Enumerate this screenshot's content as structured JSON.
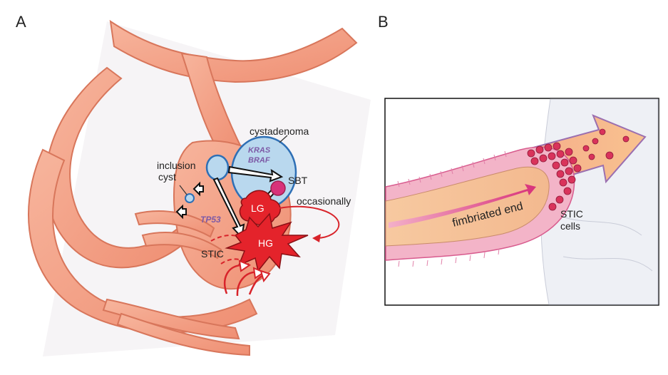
{
  "panel_a": {
    "letter": "A",
    "labels": {
      "cystadenoma": "cystadenoma",
      "inclusion_line1": "inclusion",
      "inclusion_line2": "cyst",
      "kras": "KRAS",
      "braf": "BRAF",
      "sbt": "SBT",
      "lg": "LG",
      "occasionally": "occasionally",
      "tp53": "TP53",
      "stic": "STIC",
      "hg": "HG"
    }
  },
  "panel_b": {
    "letter": "B",
    "labels": {
      "fimbriated_end": "fimbriated end",
      "stic_line1": "STIC",
      "stic_line2": "cells"
    }
  },
  "colors": {
    "tube": "#f4a58a",
    "tube_edge": "#d8765b",
    "cyst_fill": "#b9d8ee",
    "cyst_edge": "#2e6fb5",
    "tumor_red": "#e4232b",
    "arrow_red": "#d8232a",
    "purple_text": "#7d5aa6",
    "b_orange": "#f7b27c",
    "b_pink": "#e887b7",
    "b_cells": "#d9335b"
  }
}
